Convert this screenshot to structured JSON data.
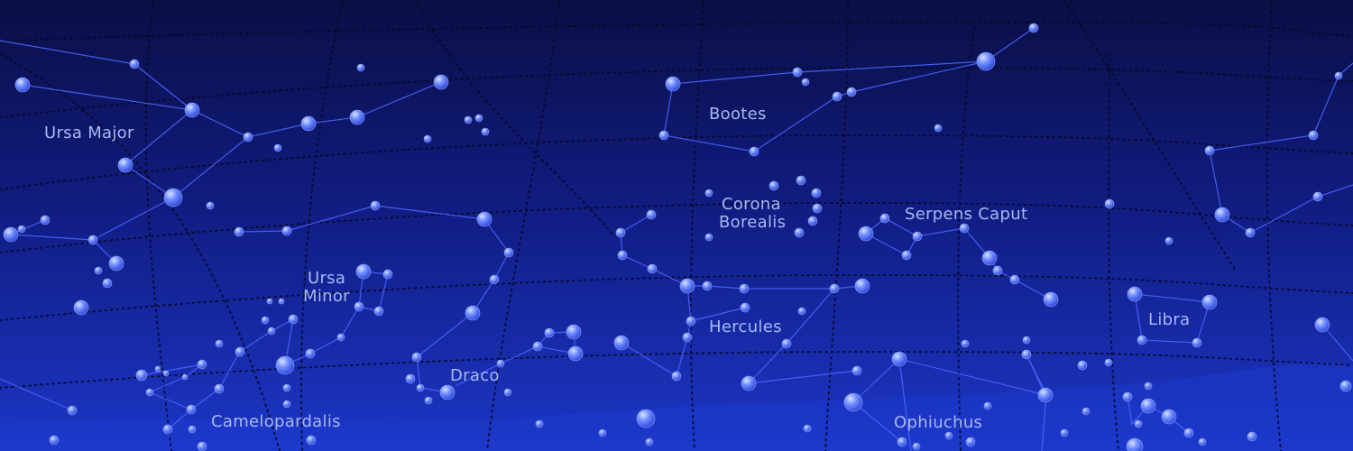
{
  "colors": {
    "sky_top": "#0a0f45",
    "sky_mid": "#12208a",
    "sky_bottom": "#1b33c2",
    "line": "#4a63ff",
    "grid": "#070b2a",
    "label": "#a9b8f0"
  },
  "constellations": {
    "ursa_major": "Ursa Major",
    "bootes": "Bootes",
    "corona_borealis_1": "Corona",
    "corona_borealis_2": "Borealis",
    "serpens_caput": "Serpens Caput",
    "ursa_minor_1": "Ursa",
    "ursa_minor_2": "Minor",
    "hercules": "Hercules",
    "libra": "Libra",
    "draco": "Draco",
    "camelopardalis": "Camelopardalis",
    "ophiuchus": "Ophiuchus"
  }
}
